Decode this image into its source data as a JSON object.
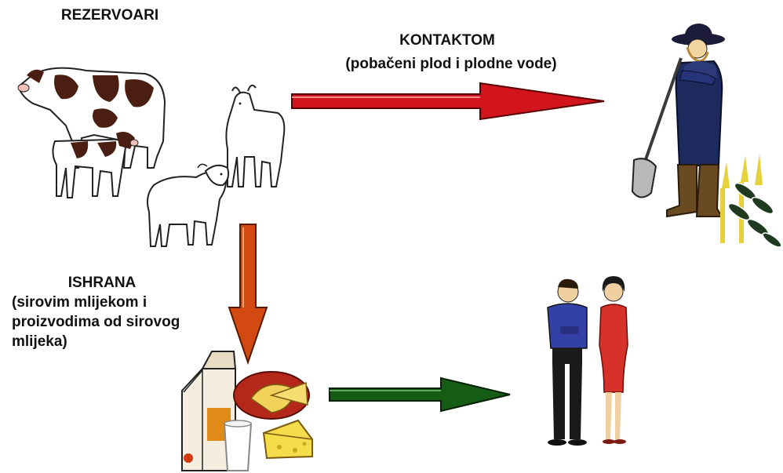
{
  "labels": {
    "reservoirs": "REZERVOARI",
    "contact_title": "KONTAKTOM",
    "contact_detail": "(pobačeni plod i plodne vode)",
    "nutrition_title": "ISHRANA",
    "nutrition_line1": "(sirovim mlijekom i",
    "nutrition_line2": "proizvodima od sirovog",
    "nutrition_line3": "mlijeka)"
  },
  "colors": {
    "arrow_contact": "#d2141c",
    "arrow_nutrition": "#d24a12",
    "arrow_consumers": "#155c14",
    "background": "#ffffff"
  },
  "icons": {
    "reservoir_animals": [
      "cow-icon",
      "calf-icon",
      "goat-icon",
      "sheep-icon"
    ],
    "contact_target": "farmer-with-shovel-icon",
    "food": [
      "milk-carton-icon",
      "milk-glass-icon",
      "cheese-wheel-icon",
      "cheese-wedge-icon"
    ],
    "consumers": [
      "man-icon",
      "woman-icon"
    ]
  }
}
